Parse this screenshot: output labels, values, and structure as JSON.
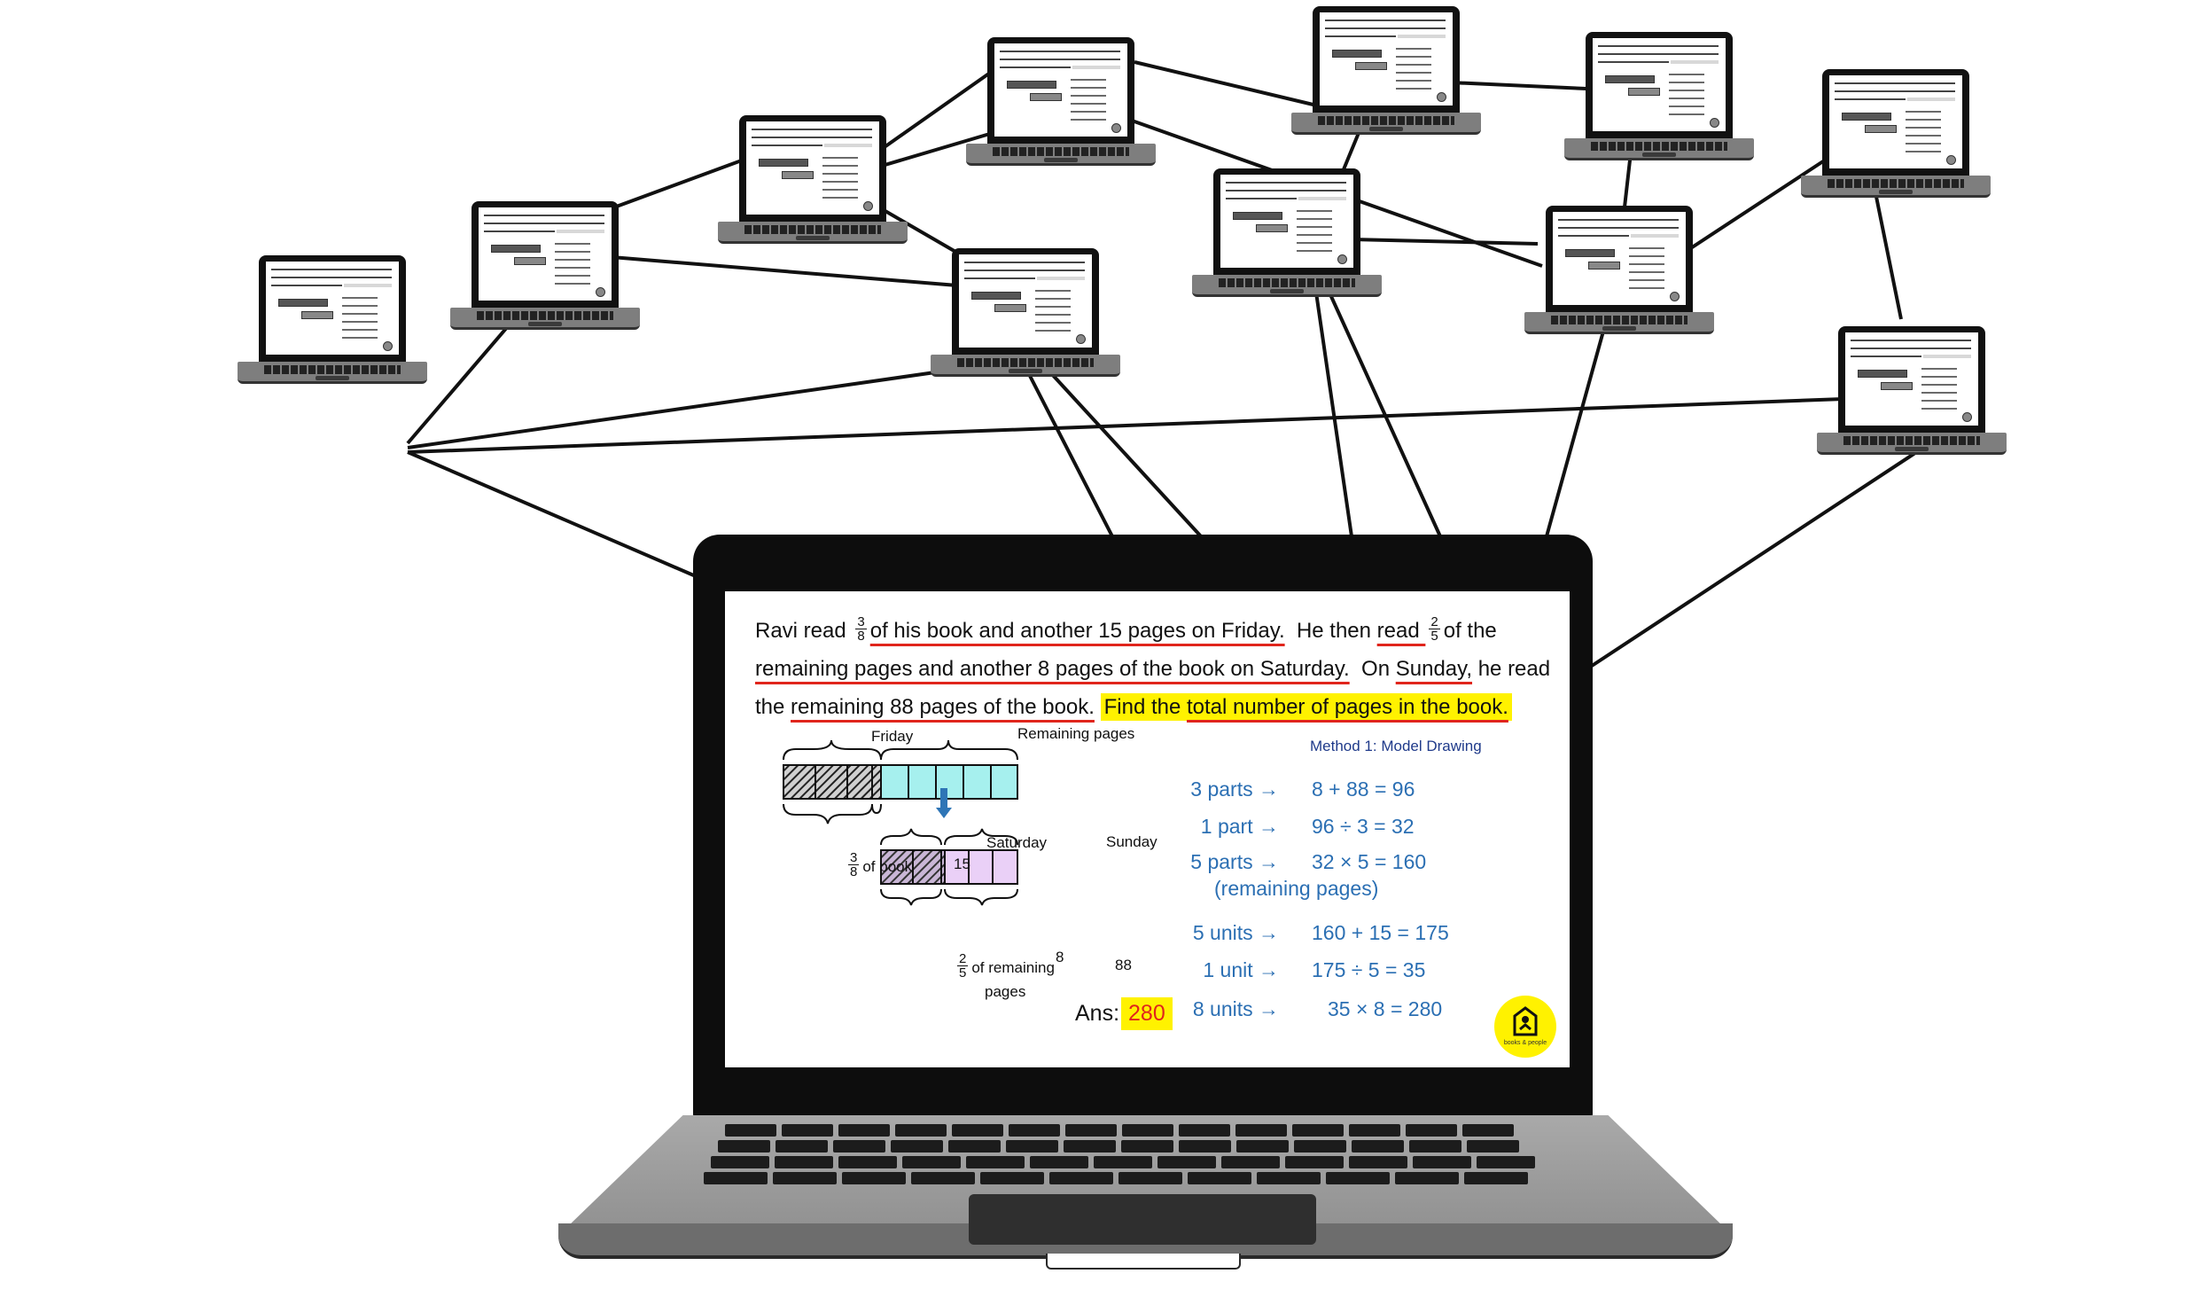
{
  "main_screen": {
    "problem": {
      "line1": {
        "t1": "Ravi read ",
        "f1": {
          "num": "3",
          "den": "8"
        },
        "t2": "of his book and another 15 pages on Friday.",
        "t3": "  He then ",
        "t4": "read ",
        "f2": {
          "num": "2",
          "den": "5"
        },
        "t5": "of the"
      },
      "line2": {
        "t1": "remaining pages and another 8 pages of the book on Saturday.",
        "t2": "  On ",
        "t3": "Sunday,",
        "t4": " he read"
      },
      "line3": {
        "t1": "the ",
        "t2": "remaining 88 pages of the book.",
        "t3": "Find the ",
        "t4": "total number of pages in the book."
      }
    },
    "method_title": "Method 1: Model Drawing",
    "model": {
      "friday_label": "Friday",
      "remaining_label": "Remaining pages",
      "fifteen_label": "15",
      "book_frac": {
        "num": "3",
        "den": "8"
      },
      "book_frac_text": "of book",
      "saturday_label": "Saturday",
      "sunday_label": "Sunday",
      "eight_label": "8",
      "eightyeight_label": "88",
      "rem_frac": {
        "num": "2",
        "den": "5"
      },
      "rem_frac_text_1": "of remaining",
      "rem_frac_text_2": "pages"
    },
    "steps": [
      {
        "left": "3 parts →",
        "right": "8 + 88 = 96"
      },
      {
        "left": "1 part →",
        "right": "96 ÷ 3 = 32"
      },
      {
        "left": "5 parts →",
        "right": "32 × 5 = 160"
      },
      {
        "left": "(remaining pages)",
        "right": ""
      },
      {
        "left": "5 units →",
        "right": "160 + 15 = 175"
      },
      {
        "left": "1 unit →",
        "right": "175 ÷ 5 = 35"
      },
      {
        "left": "8 units →",
        "right": "35 × 8 = 280"
      }
    ],
    "answer_label": "Ans:",
    "answer_value": "280",
    "logo_text": "books & people"
  },
  "colors": {
    "underline": "#e0251c",
    "highlight": "#fff200",
    "step_text": "#2b6fb3",
    "friday_fill": "#a6f0ee",
    "sunday_fill": "#ead0f7",
    "hatch_friday": "#3a3a3a",
    "hatch_saturday": "#5a4a66"
  }
}
